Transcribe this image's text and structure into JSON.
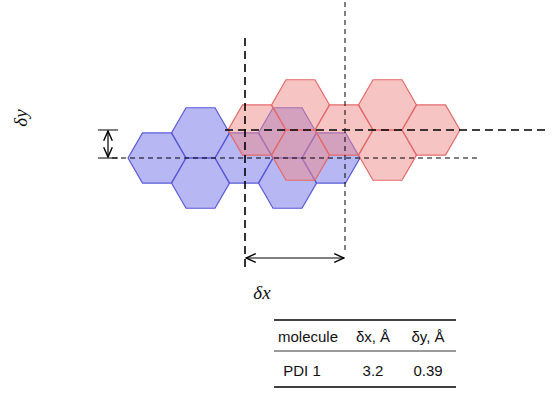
{
  "diagram": {
    "labels": [
      "δy",
      "δx",
      "molecule",
      "δx, Å",
      "δy, Å",
      "PDI 1",
      "3.2",
      "0.39"
    ]
  }
}
